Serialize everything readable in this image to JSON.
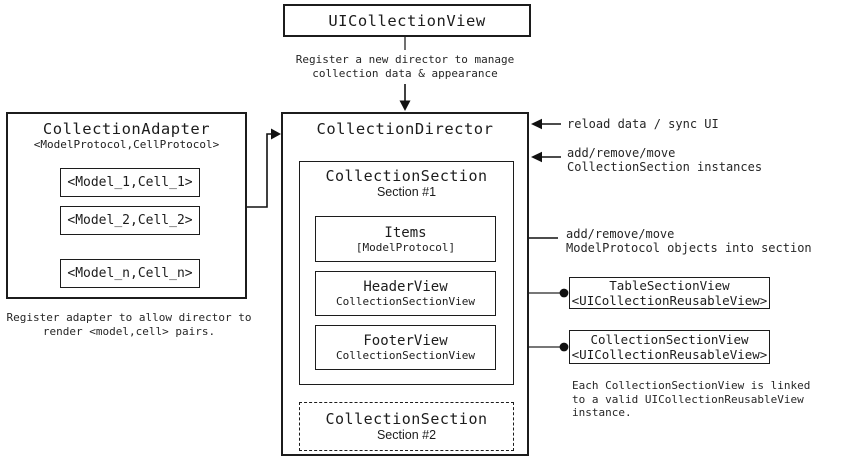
{
  "top_box": {
    "title": "UICollectionView"
  },
  "adapter": {
    "title": "CollectionAdapter",
    "subtitle": "<ModelProtocol,CellProtocol>",
    "pairs": [
      "<Model_1,Cell_1>",
      "<Model_2,Cell_2>",
      "<Model_n,Cell_n>"
    ]
  },
  "director": {
    "title": "CollectionDirector",
    "section1": {
      "title": "CollectionSection",
      "subtitle": "Section #1",
      "items": {
        "title": "Items",
        "subtitle": "[ModelProtocol]"
      },
      "header": {
        "title": "HeaderView",
        "subtitle": "CollectionSectionView"
      },
      "footer": {
        "title": "FooterView",
        "subtitle": "CollectionSectionView"
      }
    },
    "section2": {
      "title": "CollectionSection",
      "subtitle": "Section #2"
    }
  },
  "right_boxes": {
    "table_section_view": {
      "title": "TableSectionView",
      "subtitle": "<UICollectionReusableView>"
    },
    "collection_section_view": {
      "title": "CollectionSectionView",
      "subtitle": "<UICollectionReusableView>"
    }
  },
  "notes": {
    "register_director": "Register a new director to manage\ncollection data & appearance",
    "register_adapter": "Register adapter to allow director to\nrender <model,cell> pairs.",
    "reload": "reload data / sync UI",
    "section_ops": "add/remove/move\nCollectionSection instances",
    "item_ops": "add/remove/move\nModelProtocol objects into section",
    "sectionview_link": "Each CollectionSectionView is linked\nto a valid UICollectionReusableView\ninstance."
  },
  "colors": {
    "ink": "#1c1c1c",
    "connector_gray": "#4a4a4a"
  }
}
